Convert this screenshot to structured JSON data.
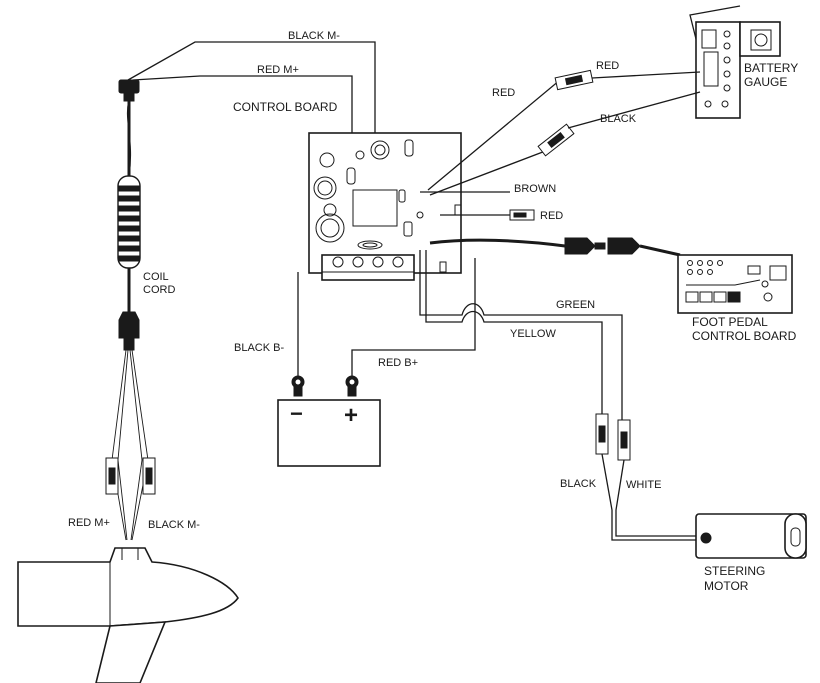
{
  "labels": {
    "black_m_top": "BLACK M-",
    "red_m_top": "RED M+",
    "control_board": "CONTROL BOARD",
    "red_gauge": "RED",
    "red_left": "RED",
    "black_gauge": "BLACK",
    "battery_gauge_1": "BATTERY",
    "battery_gauge_2": "GAUGE",
    "brown": "BROWN",
    "red_short": "RED",
    "coil_cord_1": "COIL",
    "coil_cord_2": "CORD",
    "green": "GREEN",
    "yellow": "YELLOW",
    "foot_pedal_1": "FOOT PEDAL",
    "foot_pedal_2": "CONTROL BOARD",
    "black_b": "BLACK B-",
    "red_b": "RED B+",
    "battery_minus": "−",
    "battery_plus": "+",
    "black_motor": "BLACK",
    "white_motor": "WHITE",
    "red_m_bottom": "RED M+",
    "black_m_bottom": "BLACK M-",
    "steering_1": "STEERING",
    "steering_2": "MOTOR"
  }
}
